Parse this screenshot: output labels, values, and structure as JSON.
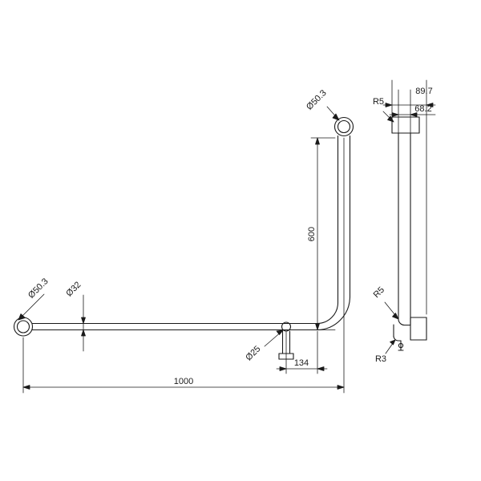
{
  "drawing": {
    "title": "Grab rail technical drawing",
    "type": "2d-engineering-drawing",
    "views": [
      {
        "name": "front-view",
        "description": "L-shaped grab rail, front elevation"
      },
      {
        "name": "side-view",
        "description": "Side elevation of grab rail with wall flanges"
      }
    ],
    "line_color": "#1a1a1a",
    "background_color": "#ffffff"
  },
  "dimensions": {
    "flange_diameter_top": "Ø50.3",
    "flange_diameter_left": "Ø50.3",
    "tube_diameter": "Ø32",
    "vertical_length": "600",
    "horizontal_length": "1000",
    "bracket_offset": "134",
    "small_boss_diameter": "Ø25",
    "side_depth_overall": "89.7",
    "side_depth_inner": "68.2",
    "radius_top": "R5",
    "radius_mid": "R5",
    "radius_bottom": "R3"
  }
}
